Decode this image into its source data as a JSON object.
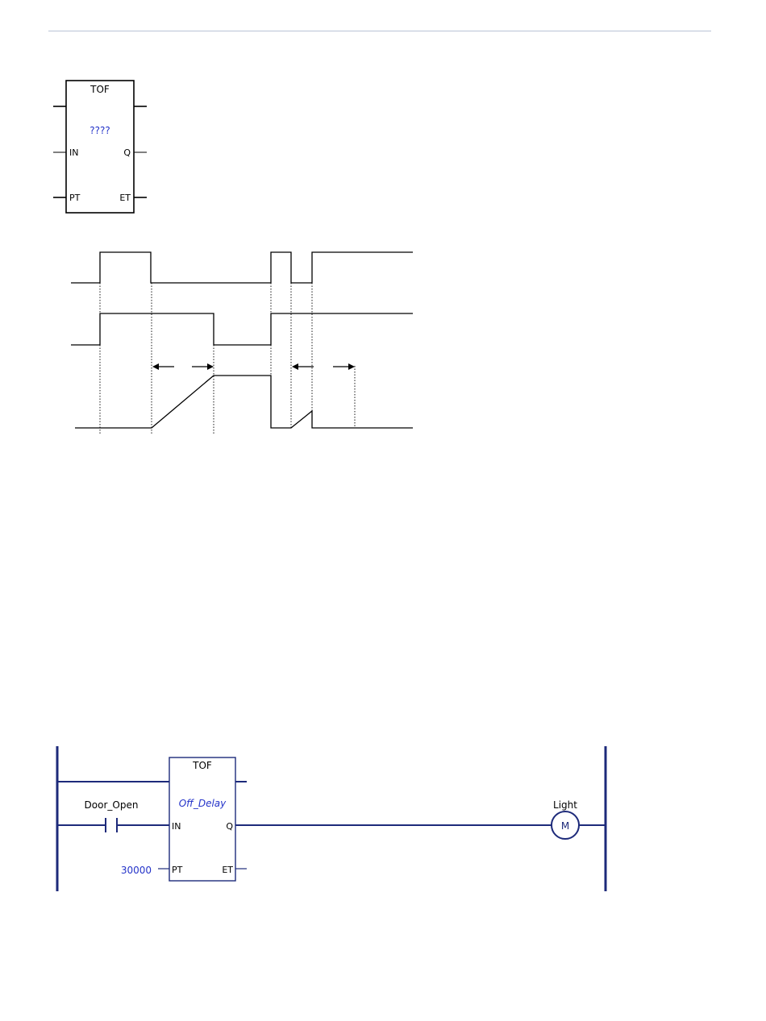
{
  "fb": {
    "name": "TOF",
    "instance": "????",
    "in_label": "IN",
    "pt_label": "PT",
    "q_label": "Q",
    "et_label": "ET"
  },
  "ladder": {
    "fb_name": "TOF",
    "instance": "Off_Delay",
    "contact_name": "Door_Open",
    "pt_value": "30000",
    "in_label": "IN",
    "pt_label": "PT",
    "q_label": "Q",
    "et_label": "ET",
    "coil_name": "Light",
    "coil_symbol": "M"
  },
  "colors": {
    "ink": "#000000",
    "ladder": "#1d2a7a",
    "value": "#2433c9",
    "rule": "#b9c3d6"
  }
}
